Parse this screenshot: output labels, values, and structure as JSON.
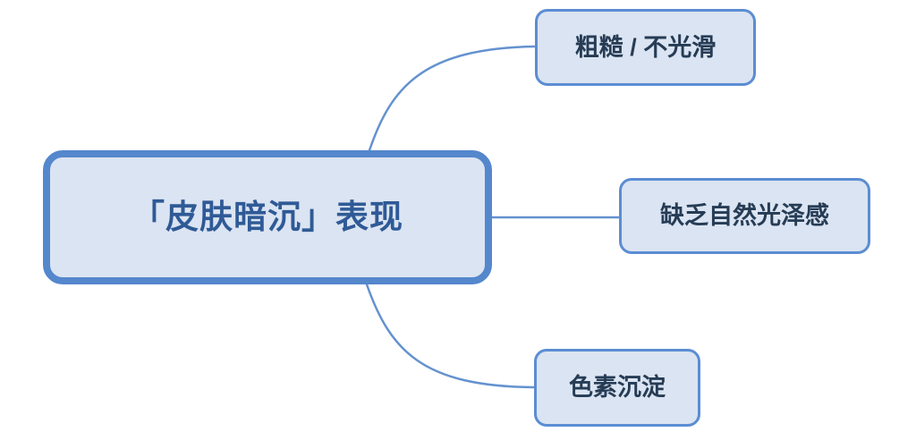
{
  "mindmap": {
    "root": {
      "label": "「皮肤暗沉」表现"
    },
    "children": [
      {
        "label": "粗糙 / 不光滑"
      },
      {
        "label": "缺乏自然光泽感"
      },
      {
        "label": "色素沉淀"
      }
    ]
  },
  "colors": {
    "background": "#ffffff",
    "node_fill": "#dbe4f2",
    "root_border": "#5487cc",
    "child_border": "#5b8dd3",
    "connector": "#6492cf",
    "root_text": "#2f5a96",
    "child_text": "#263c55"
  }
}
